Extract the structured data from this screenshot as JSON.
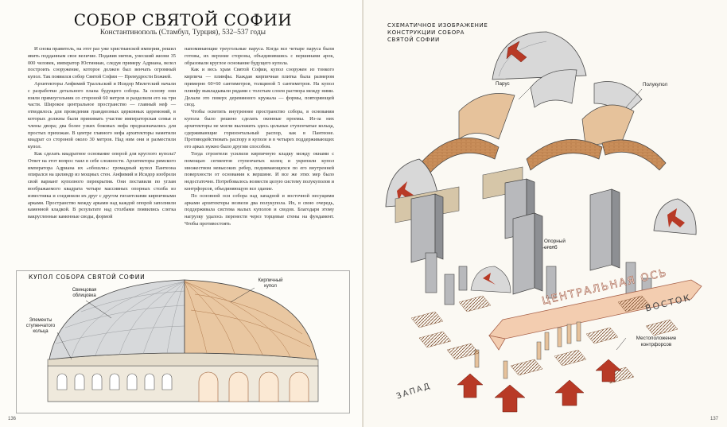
{
  "left_page": {
    "title": "СОБОР СВЯТОЙ СОФИИ",
    "subtitle": "Константинополь (Стамбул, Турция), 532–537 годы",
    "col1": [
      "И снова правитель, на этот раз уже христианской империи, решил явить подданным свое величие. Подавив мятеж, унесший жизни 35 000 человек, император Юстиниан, следуя примеру Адриана, велел построить сооружение, которое должен был венчать огромный купол. Так появился собор Святой Софии — Премудрости Божией.",
      "Архитекторы Анфимий Тралльский и Исидор Милетский начали с разработки детального плана будущего собора. За основу они взяли прямоугольник со стороной 60 метров и разделили его на три части. Широкое центральное пространство — главный неф — отводилось для проведения грандиозных церковных церемоний, в которых должны были принимать участие императорская семья и члены двора; два более узких боковых нефа предназначались для простых прихожан. В центре главного нефа архитекторы наметили квадрат со стороной около 30 метров. Над ним они и разместили купол.",
      "Как сделать квадратное основание опорой для круглого купола? Ответ на этот вопрос таил в себе сложности. Архитекторы римского императора Адриана их «обошли»: громадный купол Пантеона опирался на цилиндр из мощных стен. Анфимий и Исидор изобрели свой вариант куполного перекрытия. Они поставили по углам воображаемого квадрата четыре массивных опорных столба из известняка и соединили их друг с другом гигантскими кирпичными арками. Пространство между арками над каждой опорой заполнили каменной кладкой. В результате над столбами появились слегка вакругленные каменные своды, формой"
    ],
    "col2": [
      "напоминающие треугольные паруса. Когда все четыре паруса были готовы, их верхние стороны, объединившись с вершинами арок, образовали круглое основание будущего купола.",
      "Как и весь храм Святой Софии, купол сооружен из тонкого кирпича — плинфы. Каждая кирпичная плитка была размером примерно 60×60 сантиметров, толщиной 5 сантиметров. На купол плинфу выкладывали рядами с толстым слоем раствора между ними. Делали это поверх деревянного кружала — формы, повторяющей свод.",
      "Чтобы осветить внутреннее пространство собора, в основании купола было решено сделать оконные проемы. Из-за них архитекторы не могли выложить здесь цельные ступенчатые кольца, сдерживающие горизонтальный распор, как в Пантеоне. Противодействовать распору в куполе и в четырех поддерживающих его арках нужно было другим способом.",
      "Тогда строители усилили кирпичную кладку между окнами с помощью сегментов ступенчатых колец и укрепили купол множеством невысоких ребер, поднимающихся по его внутренней поверхности от основания к вершине. И все же этих мер было недостаточно. Потребовалось возвести целую систему полукуполов и контрфорсов, объединяющую все здание.",
      "По основной оси собора над западной и восточной несущими арками архитекторы возвели два полукупола. Их, в свою очередь, поддерживала система малых куполов и сводов. Благодаря этому нагрузку удалось перенести через торцевые стены на фундамент. Чтобы противостоять"
    ],
    "dome_title": "КУПОЛ СОБОРА СВЯТОЙ СОФИИ",
    "callouts": {
      "lead": "Свинцовая облицовка",
      "steps": "Элементы ступенчатого кольца",
      "brick": "Кирпичный купол"
    },
    "page_number": "136"
  },
  "right_page": {
    "diagram_title": [
      "СХЕМАТИЧНОЕ ИЗОБРАЖЕНИЕ",
      "КОНСТРУКЦИИ СОБОРА",
      "СВЯТОЙ СОФИИ"
    ],
    "labels": {
      "sail": "Парус",
      "half_dome": "Полукупол",
      "pier": "Опорный столб",
      "buttress": "Местоположение контрфорсов"
    },
    "axis": {
      "central": "ЦЕНТРАЛЬНАЯ ОСЬ",
      "east": "ВОСТОК",
      "west": "ЗАПАД"
    },
    "page_number": "137"
  },
  "colors": {
    "brick": "#c98e5a",
    "brick_dark": "#9c5e35",
    "stone": "#d8d8d8",
    "stone_dark": "#8d8f93",
    "arrow_red": "#b83a26",
    "axis_fill": "#f3cdb0",
    "axis_stroke": "#a8624a"
  }
}
